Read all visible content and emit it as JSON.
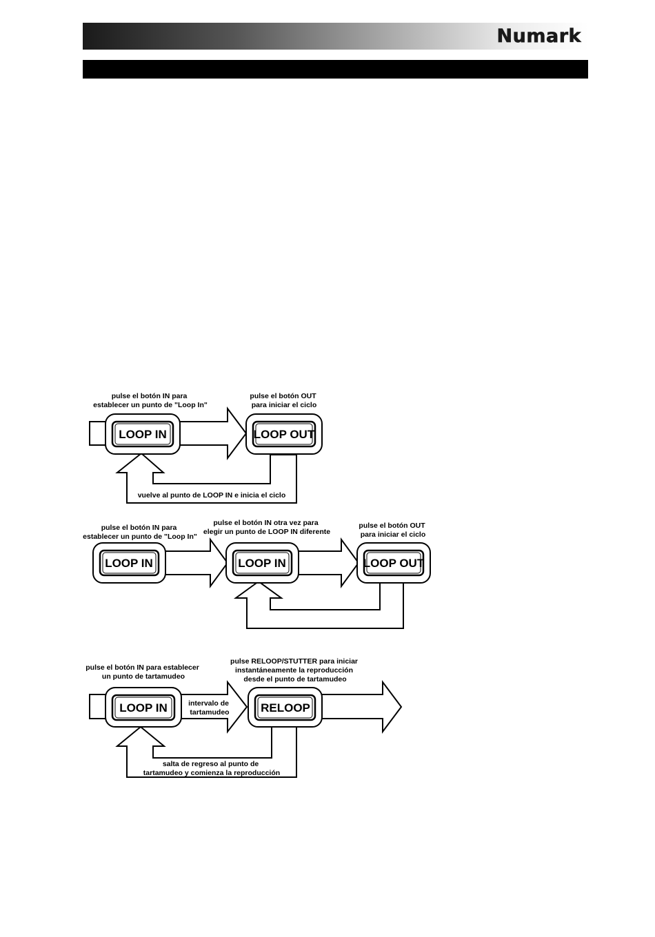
{
  "header": {
    "brand": "Numark"
  },
  "diagram1": {
    "label_in": [
      "pulse el botón IN para",
      "establecer un punto de \"Loop In\""
    ],
    "label_out": [
      "pulse el botón OUT",
      "para iniciar el ciclo"
    ],
    "button_in": "LOOP IN",
    "button_out": "LOOP OUT",
    "label_return": "vuelve al punto de LOOP IN e inicia el ciclo"
  },
  "diagram2": {
    "label_in": [
      "pulse el botón IN para",
      "establecer un punto de \"Loop In\""
    ],
    "label_in_again": [
      "pulse el botón IN otra vez para",
      "elegir un punto de LOOP IN diferente"
    ],
    "label_out": [
      "pulse el botón OUT",
      "para iniciar el ciclo"
    ],
    "button_in_1": "LOOP IN",
    "button_in_2": "LOOP IN",
    "button_out": "LOOP OUT"
  },
  "diagram3": {
    "label_in": [
      "pulse el botón IN para establecer",
      "un punto de tartamudeo"
    ],
    "label_reloop": [
      "pulse RELOOP/STUTTER para iniciar",
      "instantáneamente la reproducción",
      "desde el punto de tartamudeo"
    ],
    "label_interval": [
      "intervalo de",
      "tartamudeo"
    ],
    "button_in": "LOOP IN",
    "button_reloop": "RELOOP",
    "label_return": [
      "salta de regreso al punto de",
      "tartamudeo y comienza la reproducción"
    ]
  }
}
